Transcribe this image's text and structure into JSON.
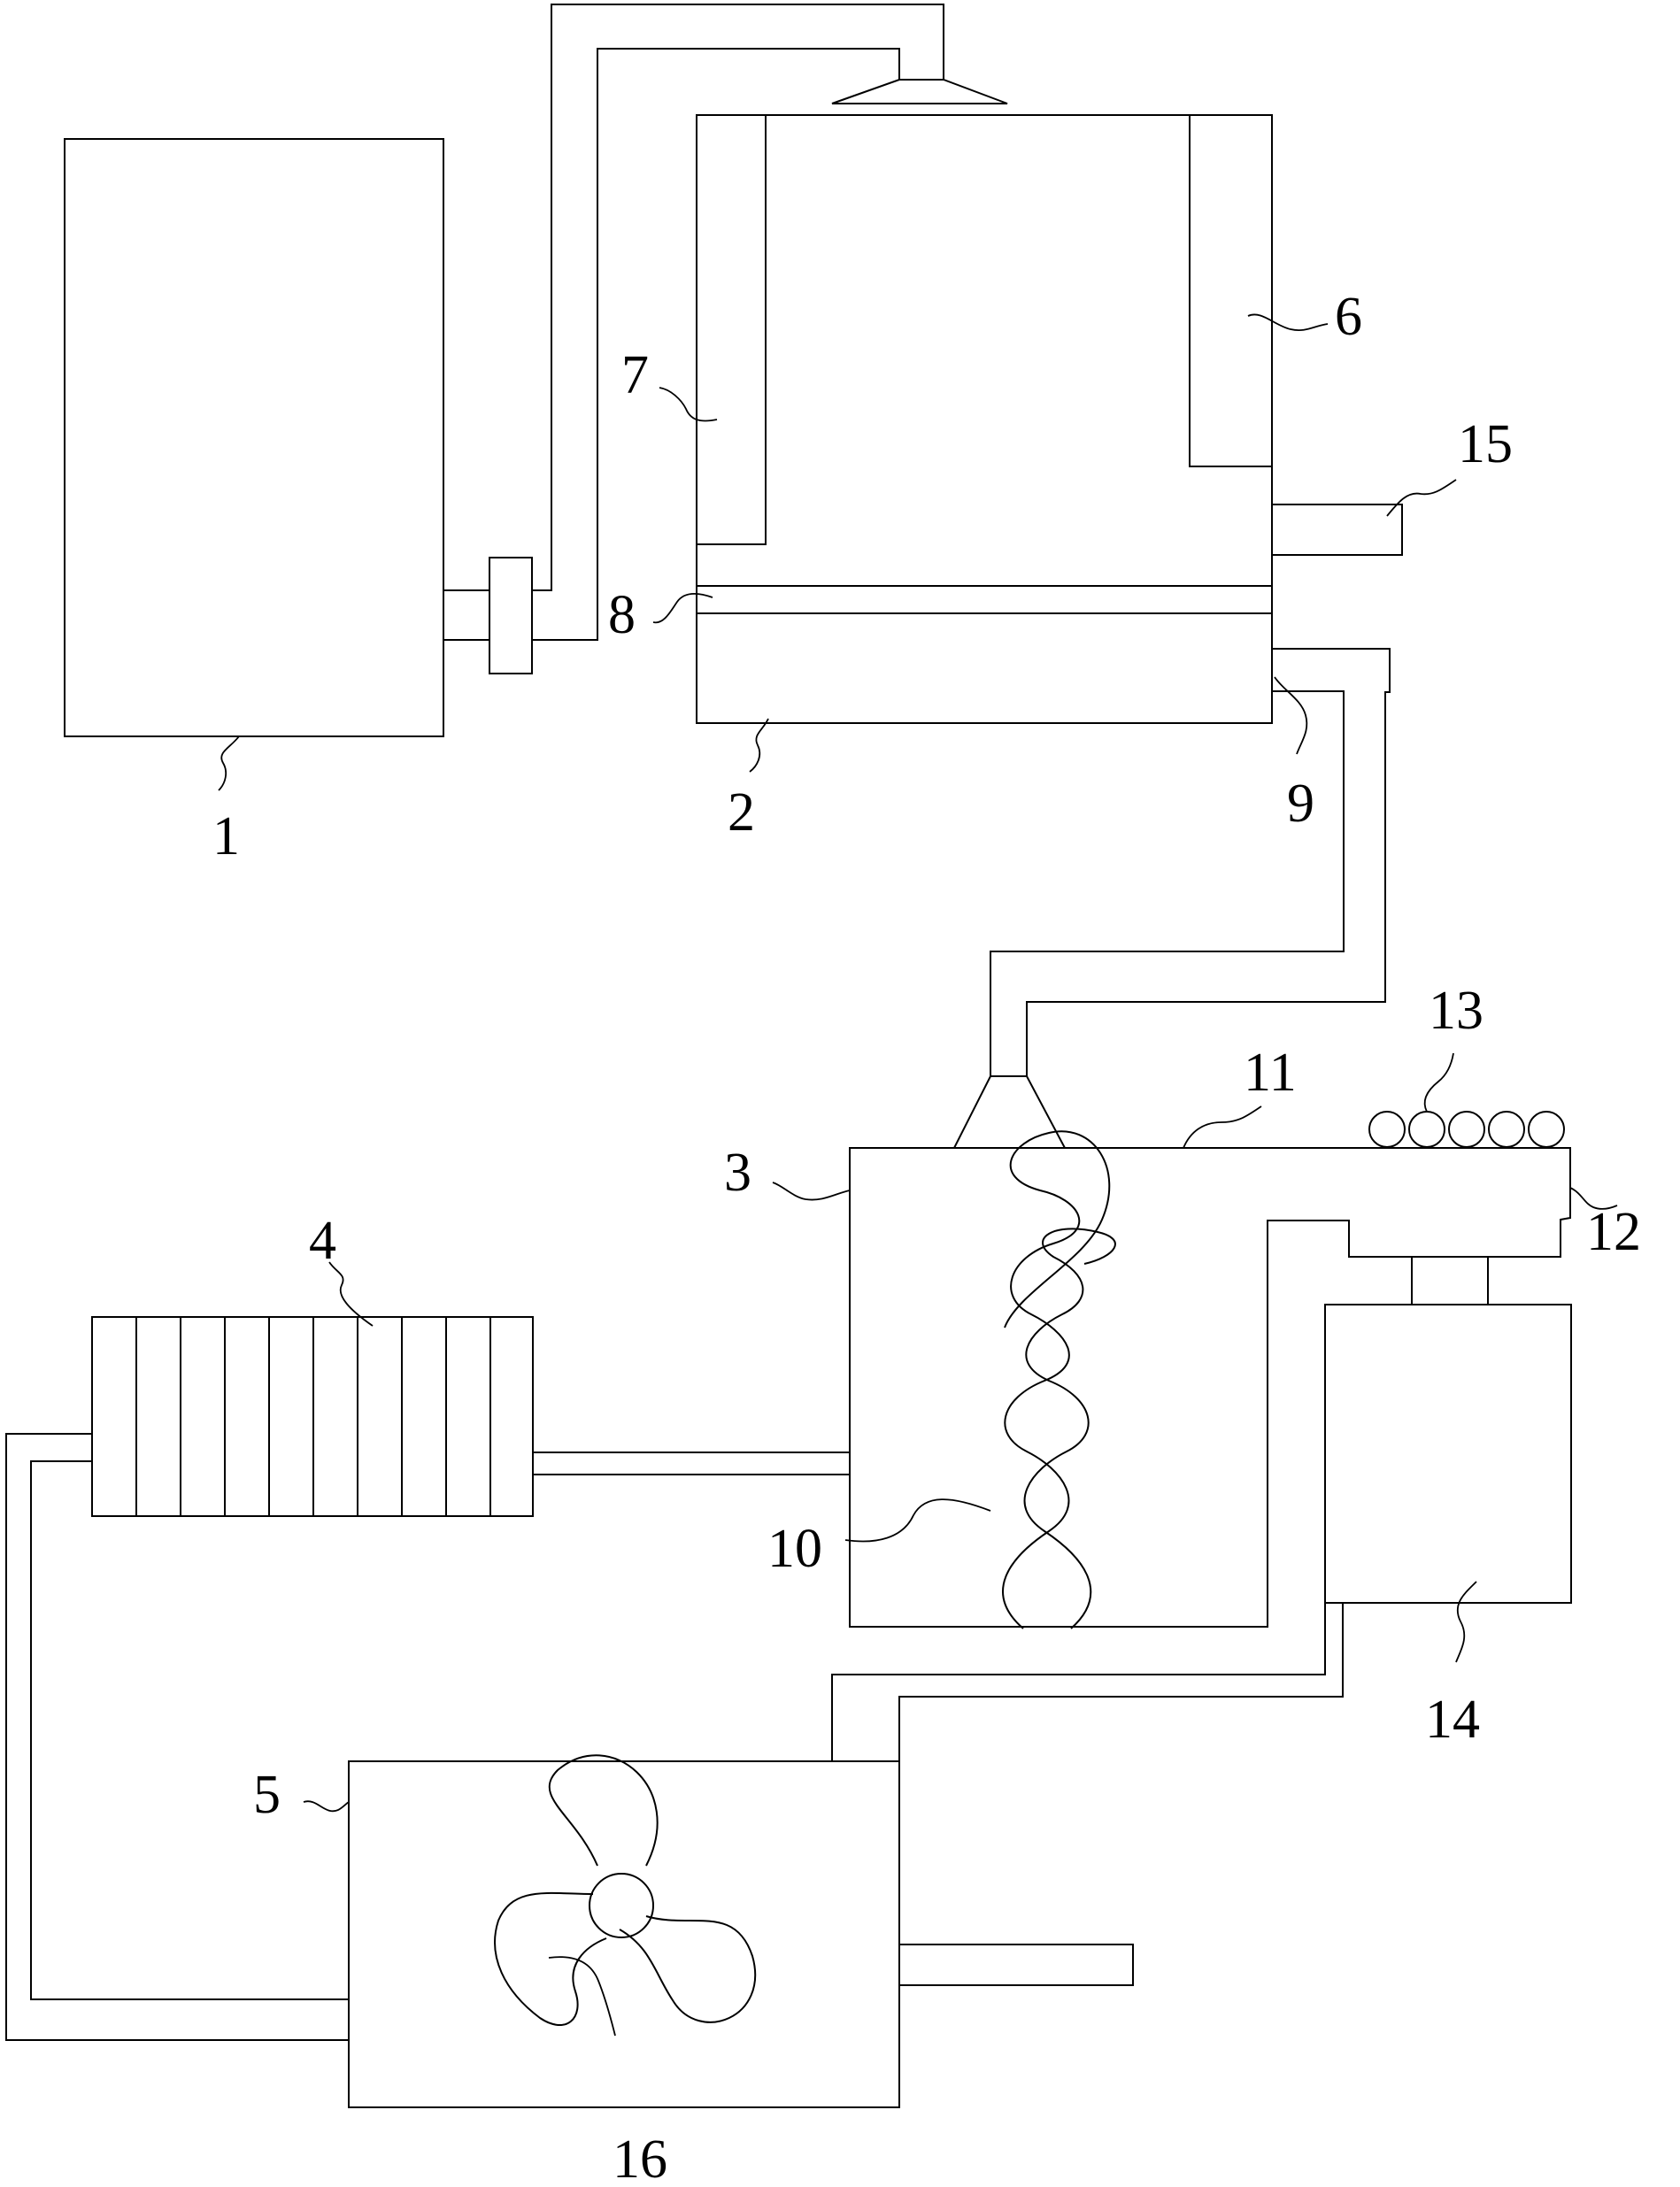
{
  "labels": {
    "l1": "1",
    "l2": "2",
    "l3": "3",
    "l4": "4",
    "l5": "5",
    "l6": "6",
    "l7": "7",
    "l8": "8",
    "l9": "9",
    "l10": "10",
    "l11": "11",
    "l12": "12",
    "l13": "13",
    "l14": "14",
    "l15": "15",
    "l16": "16"
  },
  "colors": {
    "line": "#000000",
    "background": "#ffffff"
  }
}
